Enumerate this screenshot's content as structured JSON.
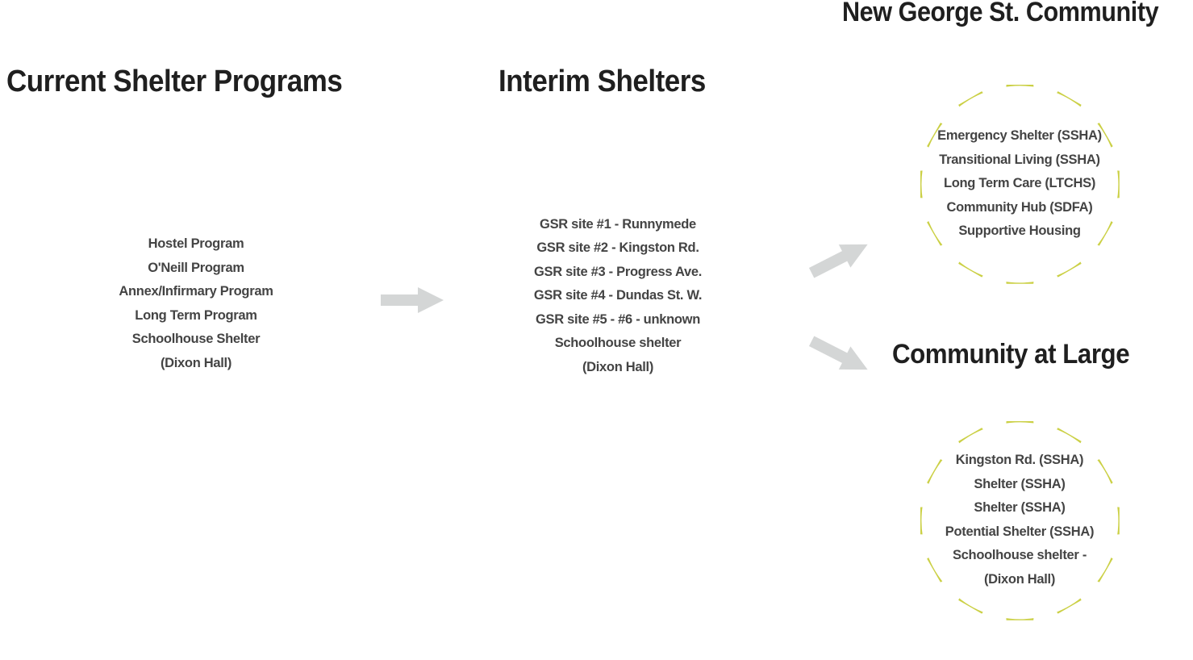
{
  "colors": {
    "purple": "#4b2a74",
    "orange": "#d4682a",
    "lime": "#cbd045",
    "arrow": "#d4d6d6",
    "inner": "#ffffff"
  },
  "headings": {
    "current": "Current Shelter Programs",
    "interim": "Interim Shelters",
    "george": "New George St. Community",
    "large": "Community at Large"
  },
  "gears": {
    "current": {
      "color_key": "purple",
      "lines": [
        "Hostel Program",
        "O'Neill Program",
        "Annex/Infirmary Program",
        "Long Term Program",
        "Schoolhouse Shelter",
        "(Dixon Hall)"
      ]
    },
    "interim": {
      "color_key": "orange",
      "lines": [
        "GSR site #1 - Runnymede",
        "GSR site #2 - Kingston Rd.",
        "GSR site #3 - Progress Ave.",
        "GSR site #4 - Dundas St. W.",
        "GSR site #5 - #6 - unknown",
        "Schoolhouse shelter",
        "(Dixon Hall)"
      ]
    },
    "george": {
      "color_key": "lime",
      "lines": [
        "Emergency Shelter (SSHA)",
        "Transitional Living (SSHA)",
        "Long Term Care (LTCHS)",
        "Community Hub (SDFA)",
        "Supportive Housing"
      ]
    },
    "large": {
      "color_key": "lime",
      "lines": [
        "Kingston Rd. (SSHA)",
        "Shelter (SSHA)",
        "Shelter (SSHA)",
        "Potential Shelter (SSHA)",
        "Schoolhouse shelter -",
        "(Dixon Hall)"
      ]
    }
  },
  "icons": {
    "gear": "gear-icon",
    "arrow": "arrow-right-icon"
  }
}
